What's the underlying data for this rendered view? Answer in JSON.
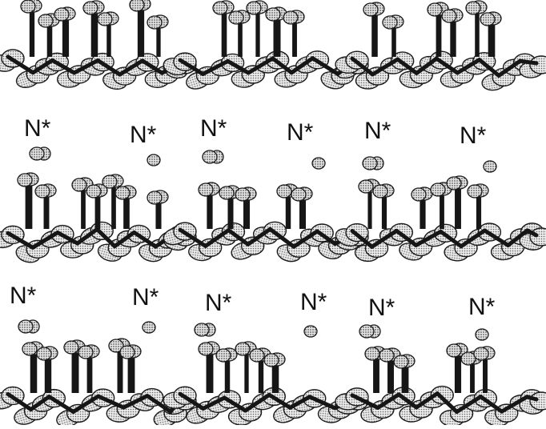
{
  "figure": {
    "rows": [
      {
        "id": "row-1",
        "labels": []
      },
      {
        "id": "row-2",
        "labels": [
          "N*",
          "N*",
          "N*",
          "N*",
          "N*",
          "N*"
        ]
      },
      {
        "id": "row-3",
        "labels": [
          "N*",
          "N*",
          "N*",
          "N*",
          "N*",
          "N*"
        ]
      }
    ],
    "colors": {
      "ink": "#161616",
      "fill": "#b8b8b8",
      "background": "#ffffff"
    }
  }
}
